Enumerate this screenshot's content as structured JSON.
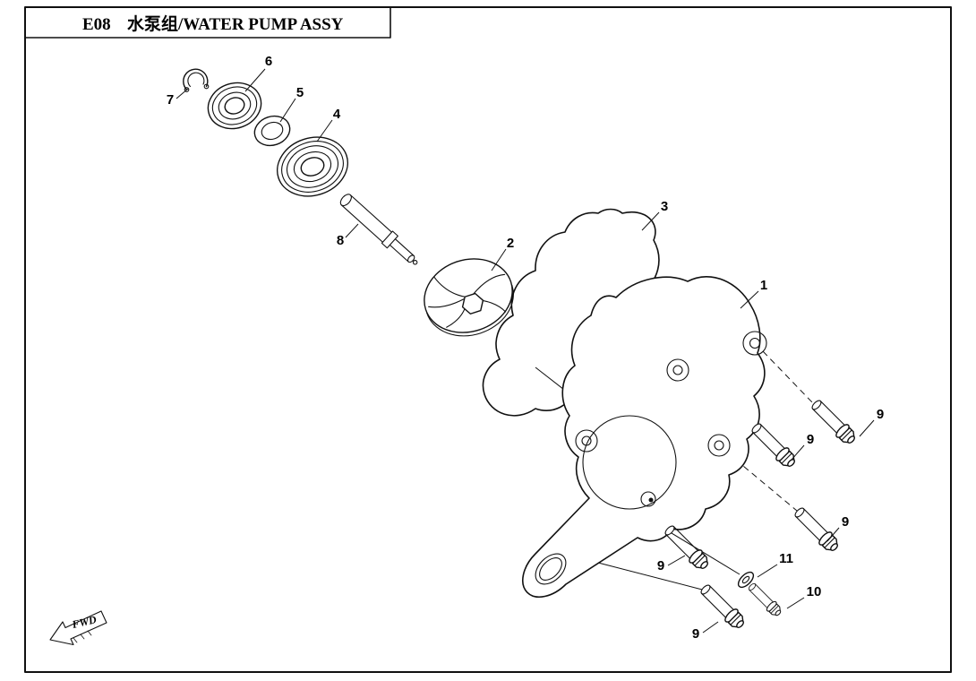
{
  "title_block": {
    "code": "E08",
    "name": "水泵组/WATER PUMP ASSY"
  },
  "fwd": {
    "label": "FWD"
  },
  "callouts": [
    {
      "label": "7"
    },
    {
      "label": "6"
    },
    {
      "label": "5"
    },
    {
      "label": "4"
    },
    {
      "label": "8"
    },
    {
      "label": "2"
    },
    {
      "label": "3"
    },
    {
      "label": "1"
    },
    {
      "label": "9"
    },
    {
      "label": "9"
    },
    {
      "label": "9"
    },
    {
      "label": "9"
    },
    {
      "label": "9"
    },
    {
      "label": "11"
    },
    {
      "label": "10"
    }
  ]
}
